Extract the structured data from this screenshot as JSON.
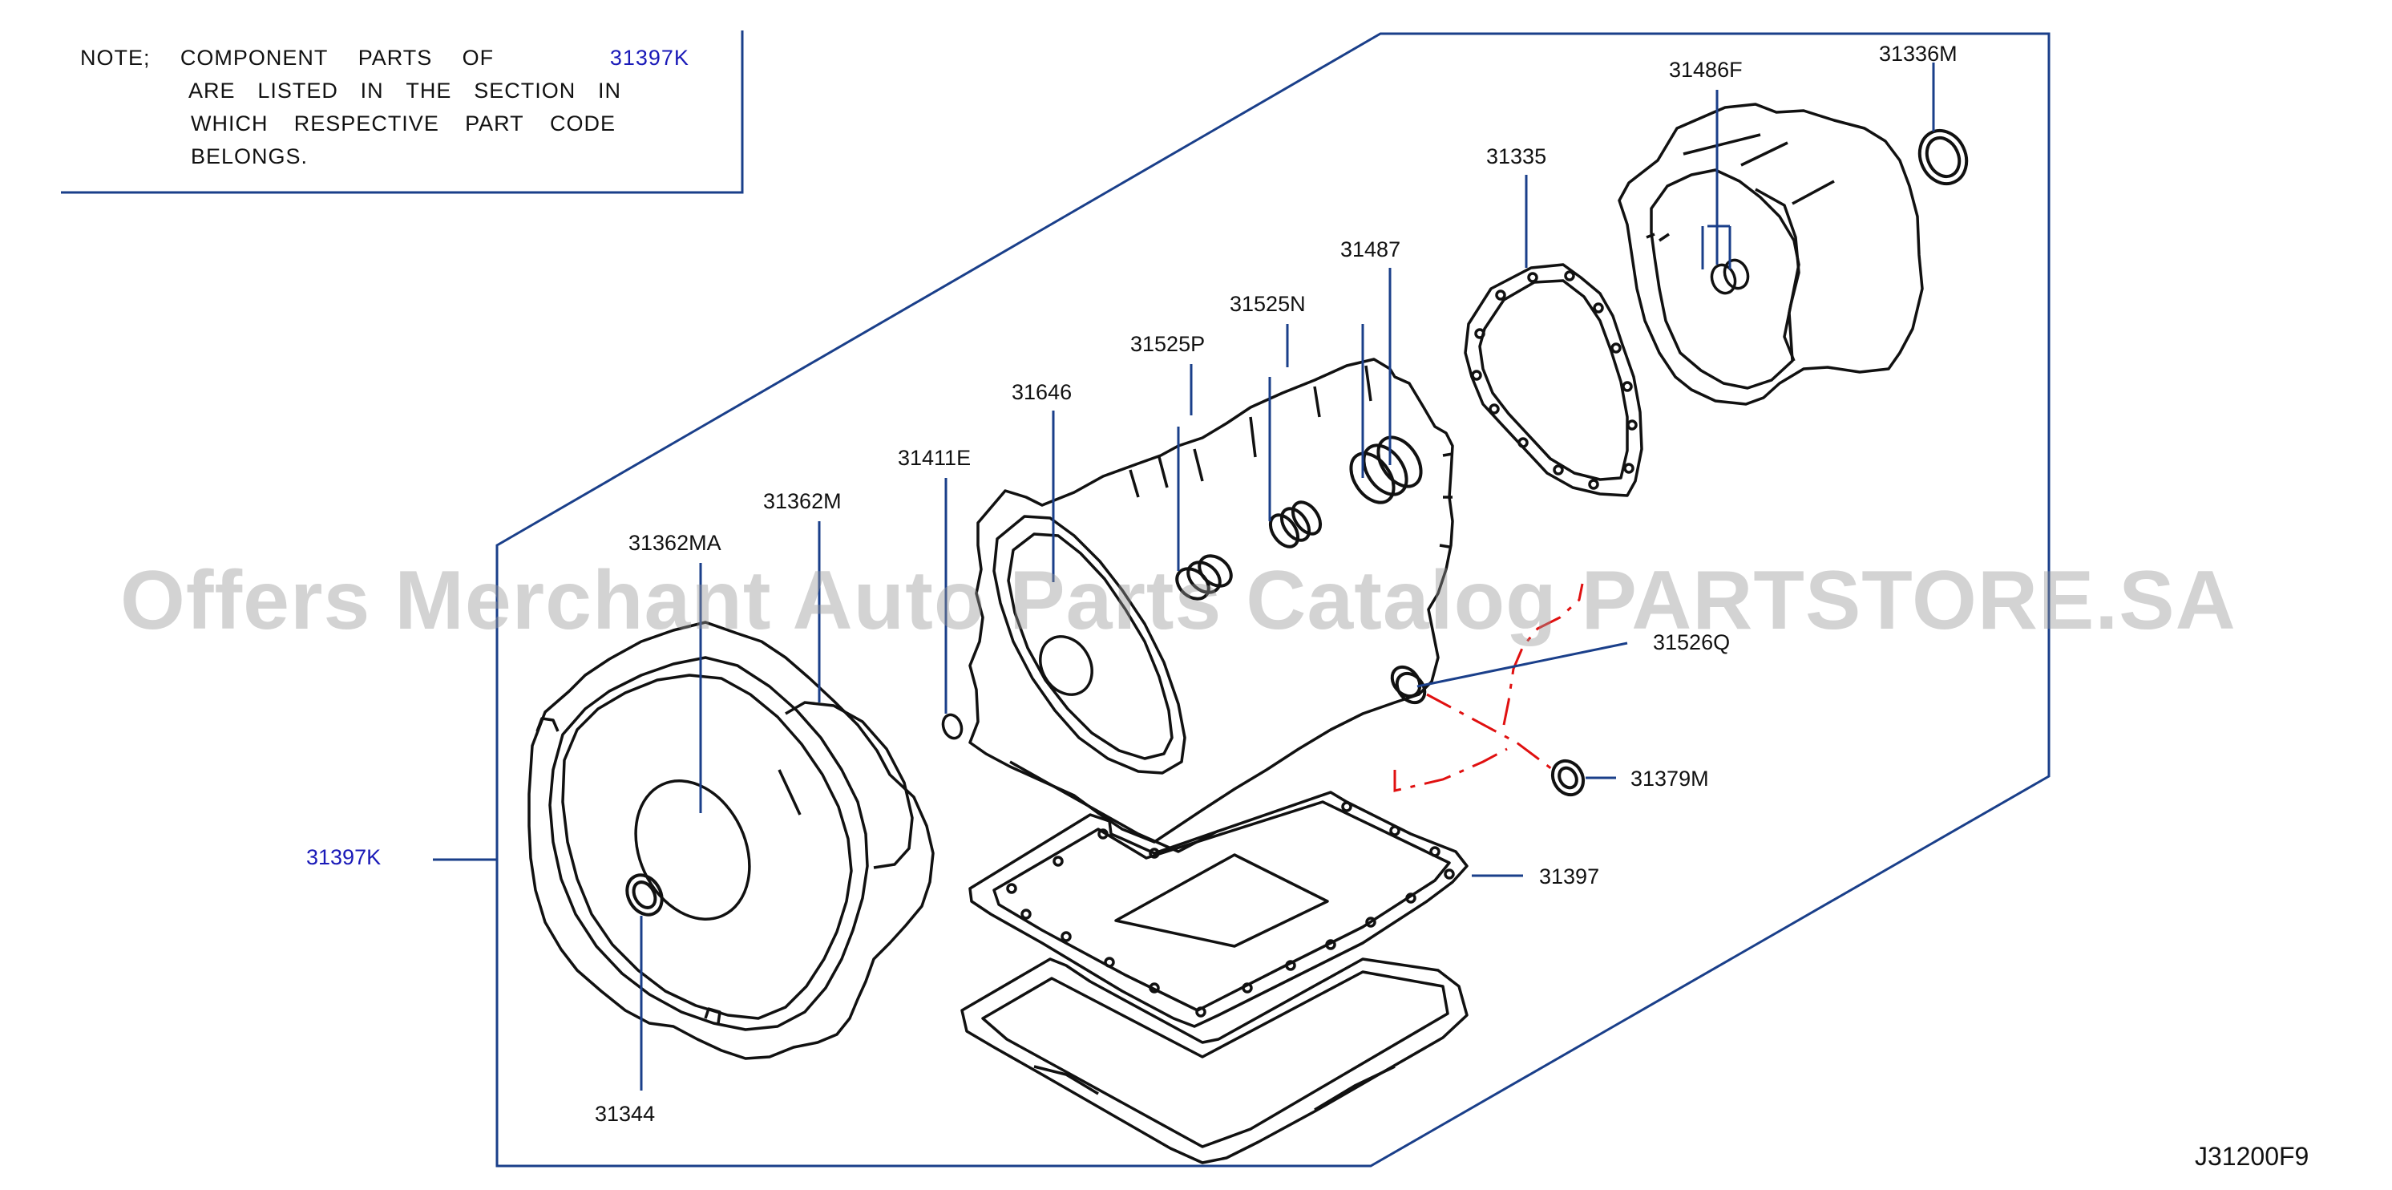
{
  "note": {
    "lines": [
      [
        "NOTE;",
        "COMPONENT",
        "PARTS",
        "OF"
      ],
      [
        "ARE",
        "LISTED",
        "IN",
        "THE",
        "SECTION",
        "IN"
      ],
      [
        "WHICH",
        "RESPECTIVE",
        "PART",
        "CODE"
      ],
      [
        "BELONGS."
      ]
    ],
    "code": "31397K"
  },
  "labels": {
    "p31397K": "31397K",
    "p31486F": "31486F",
    "p31336M": "31336M",
    "p31335": "31335",
    "p31487": "31487",
    "p31525N": "31525N",
    "p31525P": "31525P",
    "p31646": "31646",
    "p31411E": "31411E",
    "p31362M": "31362M",
    "p31362MA": "31362MA",
    "p31526Q": "31526Q",
    "p31379M": "31379M",
    "p31397": "31397",
    "p31344": "31344"
  },
  "figure_code": "J31200F9",
  "watermark": "Offers Merchant Auto Parts Catalog PARTSTORE.SA",
  "colors": {
    "leader": "#1a3f8a",
    "frame": "#1a3f8a",
    "part": "#111111",
    "dashed": "#e01010",
    "note_code": "#1a1ab8"
  }
}
